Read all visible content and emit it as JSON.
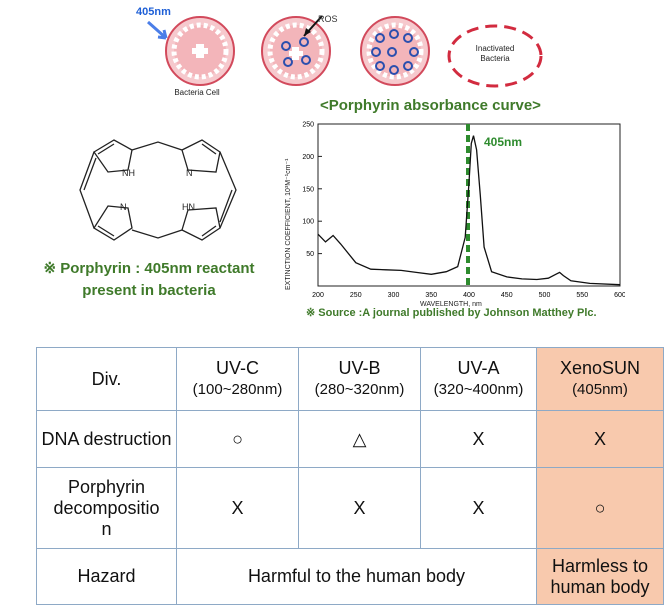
{
  "diagram": {
    "light_label": "405nm",
    "ros_label": "ROS",
    "cell_label": "Bacteria Cell",
    "inactivated_label": "Inactivated Bacteria",
    "curve_title": "<Porphyrin absorbance curve>",
    "porphyrin_note_line1": "※ Porphyrin : 405nm reactant",
    "porphyrin_note_line2": "present in bacteria",
    "source_prefix": "※ Source :",
    "source_text": "A journal published by Johnson Matthey Plc."
  },
  "spectrum": {
    "peak_label": "405nm",
    "ylabel": "EXTINCTION COEFFICIENT, 10³M⁻¹cm⁻¹",
    "xlabel": "WAVELENGTH, nm",
    "yticks": [
      "250",
      "200",
      "150",
      "100",
      "50"
    ],
    "xticks": [
      "200",
      "250",
      "300",
      "350",
      "400",
      "450",
      "500",
      "550",
      "600"
    ]
  },
  "chart_data": {
    "type": "line",
    "xlabel": "WAVELENGTH, nm",
    "ylabel": "EXTINCTION COEFFICIENT, 10³M⁻¹cm⁻¹",
    "xlim": [
      200,
      600
    ],
    "ylim": [
      0,
      250
    ],
    "series": [
      {
        "x": [
          200,
          210,
          220,
          230,
          250,
          270,
          290,
          310,
          330,
          350,
          370,
          385,
          395,
          400,
          403,
          406,
          410,
          415,
          420,
          430,
          450,
          470,
          490,
          505,
          515,
          520,
          525,
          535,
          560,
          600
        ],
        "values": [
          80,
          68,
          78,
          65,
          36,
          26,
          25,
          24,
          21,
          18,
          22,
          30,
          75,
          160,
          220,
          232,
          210,
          140,
          60,
          22,
          14,
          11,
          10,
          12,
          18,
          21,
          16,
          8,
          4,
          2
        ]
      }
    ],
    "annotations": [
      "405nm"
    ]
  },
  "table": {
    "header": {
      "div": "Div.",
      "uvc": "UV-C",
      "uvc_sub": "(100~280nm)",
      "uvb": "UV-B",
      "uvb_sub": "(280~320nm)",
      "uva": "UV-A",
      "uva_sub": "(320~400nm)",
      "xeno": "XenoSUN",
      "xeno_sub": "(405nm)"
    },
    "rows": {
      "dna": {
        "label": "DNA destruction",
        "uvc": "○",
        "uvb": "△",
        "uva": "X",
        "xeno": "X"
      },
      "porph": {
        "label_a": "Porphyrin",
        "label_b": "decompositio",
        "label_c": "n",
        "uvc": "X",
        "uvb": "X",
        "uva": "X",
        "xeno": "○"
      },
      "hazard": {
        "label": "Hazard",
        "harmful": "Harmful to the human body",
        "harmless_a": "Harmless to",
        "harmless_b": "human body"
      }
    }
  }
}
